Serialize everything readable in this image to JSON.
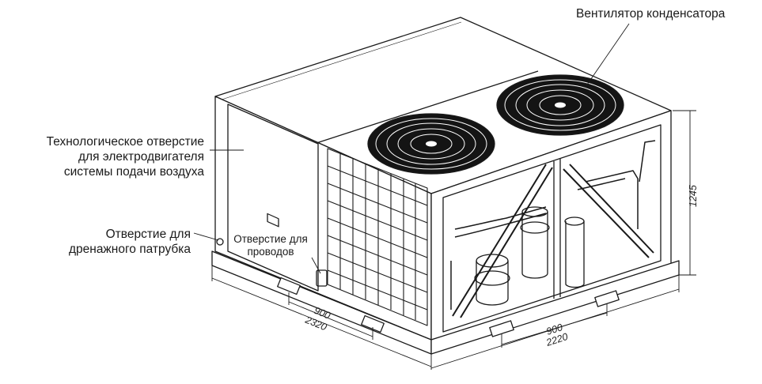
{
  "labels": {
    "condenser_fan": "Вентилятор конденсатора",
    "service_opening_line1": "Технологическое отверстие",
    "service_opening_line2": "для электродвигателя",
    "service_opening_line3": "системы подачи воздуха",
    "drain_line1": "Отверстие для",
    "drain_line2": "дренажного патрубка",
    "wiring_line1": "Отверстие для",
    "wiring_line2": "проводов"
  },
  "dimensions": {
    "height": "1245",
    "left_inner": "900",
    "left_total": "2320",
    "right_inner": "900",
    "right_total": "2220"
  },
  "colors": {
    "line": "#1a1a1a",
    "fan_dark": "#141414",
    "fan_grid": "#ffffff",
    "panel": "#ffffff"
  }
}
